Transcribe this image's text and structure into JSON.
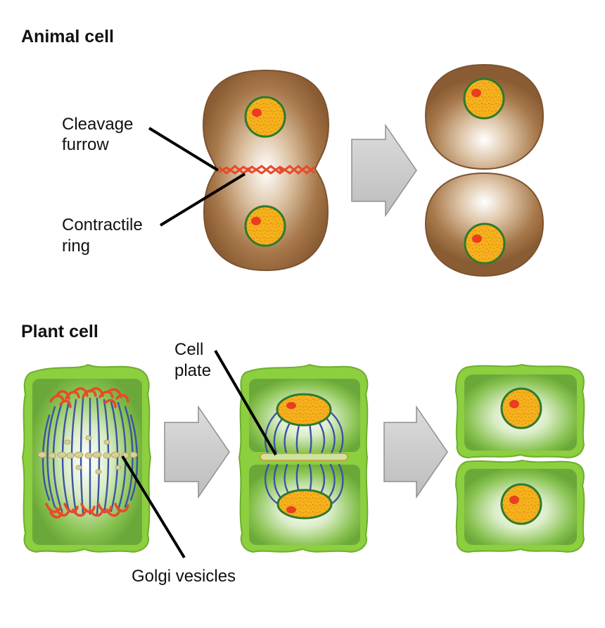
{
  "sections": {
    "animal_title": "Animal cell",
    "plant_title": "Plant cell"
  },
  "labels": {
    "cleavage_furrow": [
      "Cleavage",
      "furrow"
    ],
    "contractile_ring": [
      "Contractile",
      "ring"
    ],
    "cell_plate": [
      "Cell",
      "plate"
    ],
    "golgi_vesicles": "Golgi vesicles"
  },
  "colors": {
    "animal_cytoplasm": "#9a6a3e",
    "plant_cytoplasm": "#76b83a",
    "plant_wall": "#8ccf3f",
    "nucleus_fill": "#f5b21b",
    "nucleus_border": "#2f7a2c",
    "nucleolus": "#ea3d22",
    "spindle": "#3b53a6",
    "chromosomes": "#e8492a",
    "arrow": "#c8c8c8"
  }
}
